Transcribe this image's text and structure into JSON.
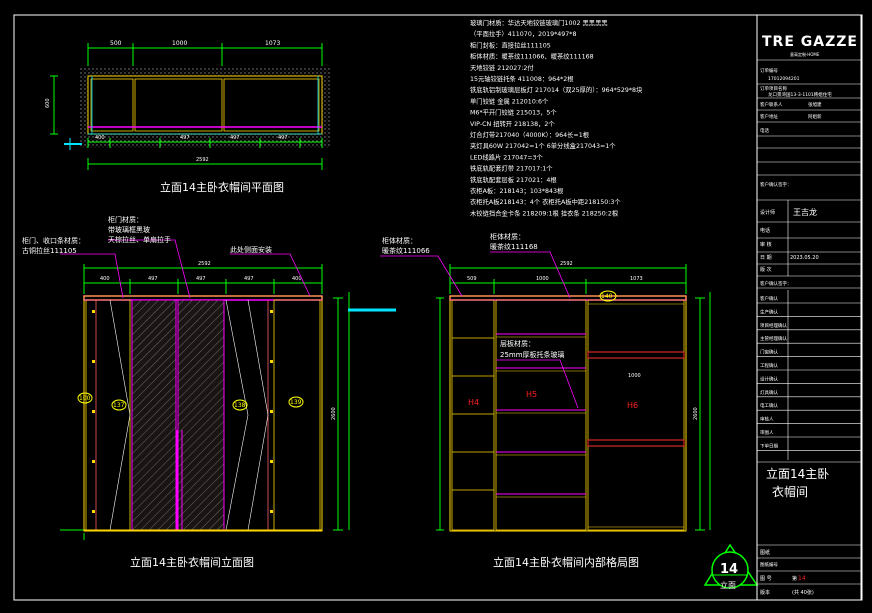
{
  "logo": {
    "brand": "TRE GAZZE",
    "sub": "意高定制·HOME"
  },
  "captions": {
    "plan": "立面14主卧衣帽间平面图",
    "elevation": "立面14主卧衣帽间立面图",
    "interior": "立面14主卧衣帽间内部格局图"
  },
  "plan_dims": {
    "top": [
      "500",
      "1000",
      "1073"
    ],
    "bottom": [
      "400",
      "497",
      "497",
      "497"
    ],
    "overall": "2592",
    "height": "600"
  },
  "elev_dims": {
    "top": [
      "400",
      "497",
      "497",
      "497",
      "400"
    ],
    "overall": "2592",
    "height": "2600"
  },
  "interior_dims": {
    "top": [
      "509",
      "1000",
      "1073"
    ],
    "overall": "2592",
    "height": "2600",
    "inner": "1000"
  },
  "elev_notes": {
    "frame": [
      "柜门、收口条材质：",
      "古铜拉丝111105"
    ],
    "door": [
      "柜门材质：",
      "带玻璃框黑玻",
      "天棕拉丝、单扇拉手"
    ],
    "side": "此处侧面安装"
  },
  "interior_notes": {
    "body": [
      "柜体材质：",
      "暖茶纹111066"
    ],
    "back": [
      "柜体材质：",
      "暖茶纹111168"
    ],
    "shelf": [
      "层板材质：",
      "25mm厚板托条玻璃"
    ]
  },
  "markers": {
    "m1": "100",
    "m2": "137",
    "m3": "138",
    "m4": "139",
    "m5": "140"
  },
  "zones": {
    "h4": "H4",
    "h5": "H5",
    "h6": "H6"
  },
  "material_notes": [
    "玻璃门材质：华达天地铰链玻璃门1002 黑黑黑黑",
    "（平面拉手）411070，2019*497*8",
    "柜门封板：直接拉丝111105",
    "柜体材质：暖茶纹111066、暖茶纹111168",
    "天地铰链 212027:2付",
    "15元轴铰链托条 411008：964*2根",
    "铁底轨铝制玻璃层板灯 217014（双25厚的）：964*529*8块",
    "单门铰链 金属 212010:6个",
    "M6*平开门铰链 215013，5个",
    "VIP-CN 扭转开 218138，2个",
    "灯合灯带217040（4000K）：964长=1根",
    "夹灯具60W 217042=1个 6单分线盒217043=1个",
    "LED线路片 217047=3个",
    "铁底轨配套灯带 217017:1个",
    "铁底轨配套层板 217021：4根",
    "衣柜A板：218143；103*843根",
    "衣柜托A板218143：4个  衣柜托A板中距218150:3个",
    "木铰链挡合金卡条 218209:1根  挂衣条 218250:2根"
  ],
  "title_block": {
    "order_no_label": "订单编号",
    "order_no": "17012094201",
    "project_label": "订单项目名称",
    "project": "龙口景湾国13-3-1101韩姐住宅",
    "customer_label": "客户联系人",
    "customer": "张旭建",
    "factory_label": "客户地址",
    "factory": "阿姐新",
    "owner_label": "电话",
    "designer_label": "设计师",
    "designer": "王吉龙",
    "phone_label": "电话",
    "review_label": "审 核",
    "date_label": "日 期",
    "date": "2023.05.20",
    "version_label": "版 次",
    "confirm_label": "客户确认签字：",
    "checks": [
      "客户确认",
      "生产确认",
      "项目经理确认",
      "主管经理确认",
      "门窗确认",
      "工程确认",
      "设计确认",
      "灯具确认",
      "电工确认",
      "审核人",
      "审图人",
      "下单日期"
    ],
    "drawing_title": [
      "立面14主卧",
      "衣帽间"
    ],
    "bottom_labels": [
      "图纸",
      "图纸编号",
      "图 号",
      "版本"
    ],
    "page_value": "14",
    "total": "(共 40张)",
    "page_prefix": "第"
  },
  "section_badge": {
    "number": "14",
    "label": "立面"
  },
  "colors": {
    "background": "#000000",
    "dim_green": "#00ff00",
    "structure_magenta": "#ff00ff",
    "cabinet_yellow": "#ffd700",
    "marker_yellow": "#ffff00",
    "zone_red": "#ff2020",
    "accent_cyan": "#00e5ff",
    "frame_white": "#ffffff"
  }
}
